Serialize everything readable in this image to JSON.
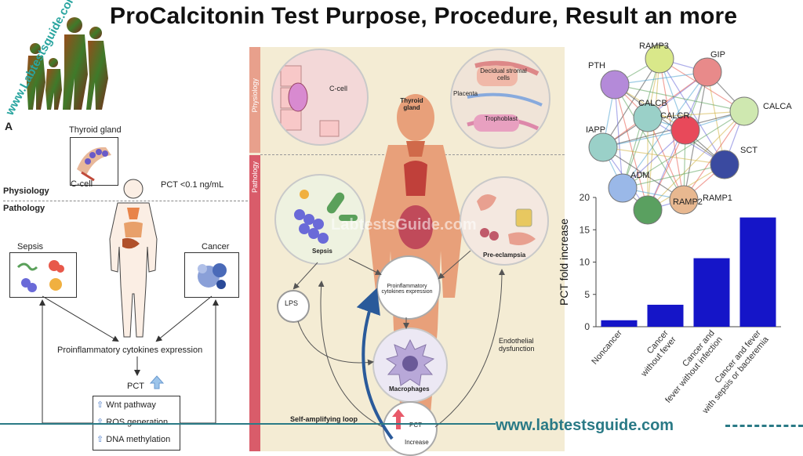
{
  "title": "ProCalcitonin Test Purpose, Procedure, Result an more",
  "logo": {
    "text": "www.Labtestsguide.com"
  },
  "footer": {
    "url": "www.labtestsguide.com"
  },
  "panel_a": {
    "letter": "A",
    "thyroid_label": "Thyroid gland",
    "ccell_label": "C-cell",
    "pct_level": "PCT <0.1 ng/mL",
    "physiology": "Physiology",
    "pathology": "Pathology",
    "sepsis": "Sepsis",
    "cancer": "Cancer",
    "cytokines": "Proinflammatory cytokines expression",
    "pct": "PCT",
    "pathways": [
      "Wnt pathway",
      "ROS generation",
      "DNA methylation"
    ]
  },
  "panel_b": {
    "physiology": "Physiology",
    "pathology": "Pathology",
    "ccell": "C-cell",
    "thyroid": "Thyroid gland",
    "placenta": "Placenta",
    "decidual": "Decidual stromal cells",
    "trophoblast": "Trophoblast",
    "sepsis": "Sepsis",
    "preeclampsia": "Pre-eclampsia",
    "lps": "LPS",
    "cytokines": "Proinflammatory cytokines expression",
    "macrophages": "Macrophages",
    "endothelial": "Endothelial dysfunction",
    "loop": "Self-amplifying loop",
    "pct": "PCT",
    "increase": "Increase",
    "watermark": "LabtestsGuide.com"
  },
  "network": {
    "nodes": [
      "RAMP3",
      "GIP",
      "PTH",
      "CALCA",
      "CALCB",
      "CALCR",
      "IAPP",
      "SCT",
      "ADM",
      "RAMP1",
      "RAMP2"
    ],
    "colors": [
      "#d9e88a",
      "#e88a8a",
      "#b48ad9",
      "#cfe8b0",
      "#9ad0c8",
      "#e8495a",
      "#9ad0c8",
      "#3a4aa0",
      "#9ab8e8",
      "#e8b890",
      "#5aa060"
    ]
  },
  "chart_data": {
    "type": "bar",
    "categories": [
      "Noncancer",
      "Cancer without fever",
      "Cancer and fever without infection",
      "Cancer and fever with sepsis or bacteremia"
    ],
    "values": [
      1,
      3.4,
      10.6,
      16.9
    ],
    "ylabel": "PCT fold increase",
    "ylim": [
      0,
      20
    ],
    "yticks": [
      0,
      5,
      10,
      15,
      20
    ],
    "color": "#1515c8"
  }
}
